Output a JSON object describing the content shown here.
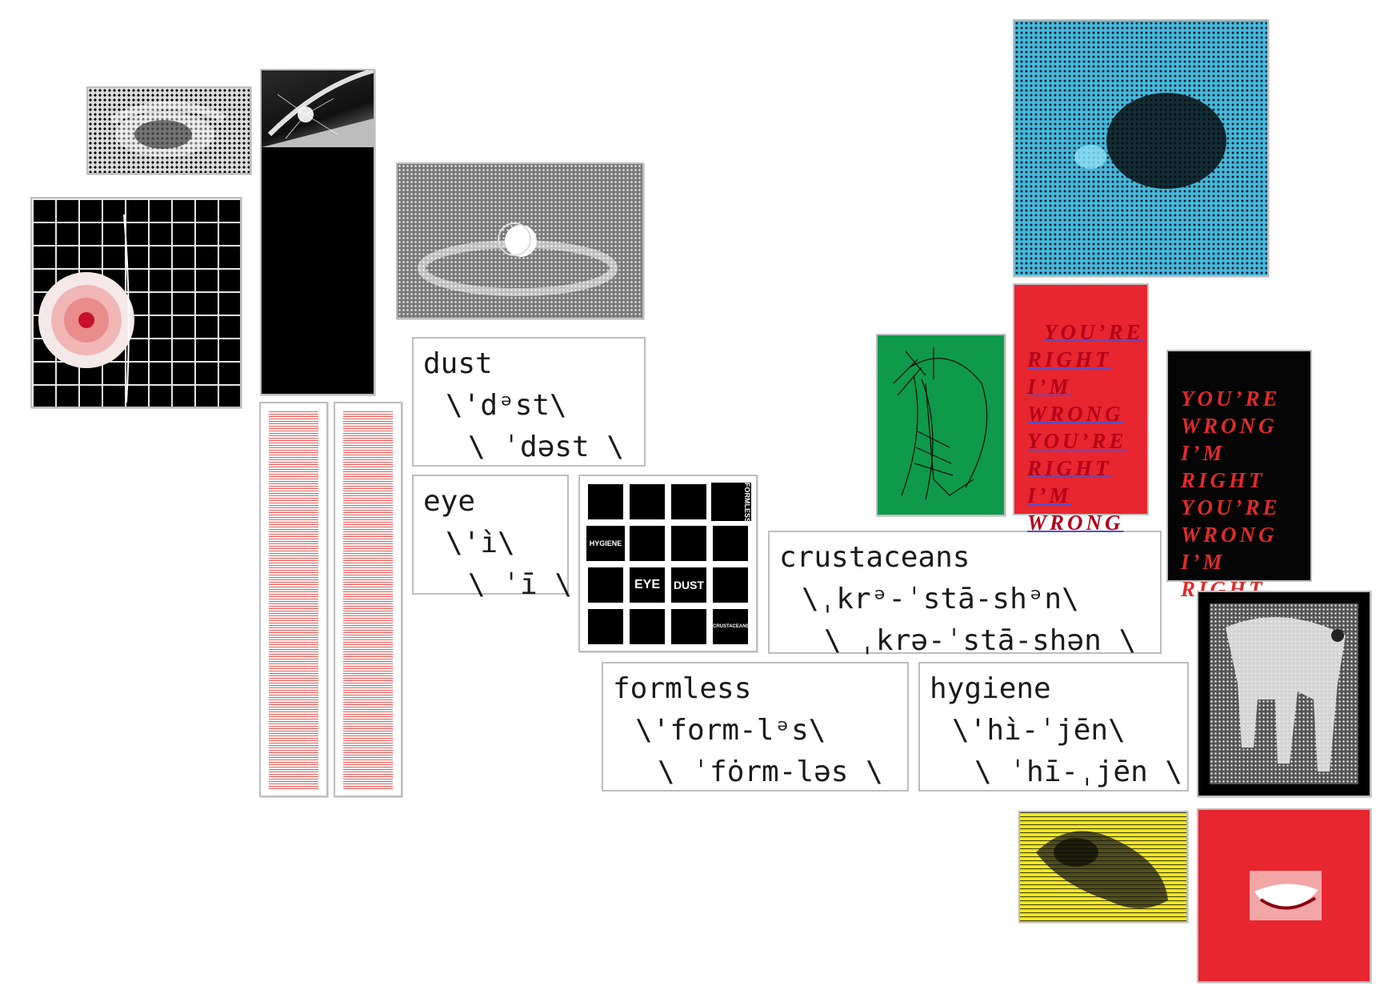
{
  "definitions": {
    "dust": {
      "word": "dust",
      "pron1": "\\'dᵊst\\",
      "pron2": "\\ ˈdəst \\"
    },
    "eye": {
      "word": "eye",
      "pron1": "\\'ì\\",
      "pron2": "\\ ˈī \\"
    },
    "crustaceans": {
      "word": "crustaceans",
      "pron1": "\\ˌkrᵊ-ˈstā-shᵊn\\",
      "pron2": "\\ ˌkrə-ˈstā-shən \\"
    },
    "formless": {
      "word": "formless",
      "pron1": "\\'form-lᵊs\\",
      "pron2": "\\ ˈfȯrm-ləs \\"
    },
    "hygiene": {
      "word": "hygiene",
      "pron1": "\\'hì-ˈjēn\\",
      "pron2": "\\ ˈhī-ˌjēn \\"
    }
  },
  "poems": {
    "red_card": [
      "YOU’RE",
      "RIGHT",
      "I’M",
      "WRONG",
      "YOU’RE",
      "RIGHT",
      "I’M",
      "WRONG"
    ],
    "black_card": [
      "YOU’RE",
      "WRONG",
      "I’M",
      "RIGHT",
      "YOU’RE",
      "WRONG",
      "I’M",
      "RIGHT"
    ]
  },
  "collage": {
    "labels": [
      "FORMLESS",
      "HYGIENE",
      "EYE",
      "DUST",
      "CRUSTACEANS"
    ]
  },
  "colors": {
    "accent_red": "#e8262f",
    "green": "#0e9a4a",
    "cyan": "#45b8dc",
    "yellow": "#f2e61c",
    "poem_underline": "#5b4cc4"
  },
  "icons": {
    "eyeball": "eyeball-image",
    "mouth": "mouth-image",
    "shrimp": "shrimp-drawing"
  }
}
